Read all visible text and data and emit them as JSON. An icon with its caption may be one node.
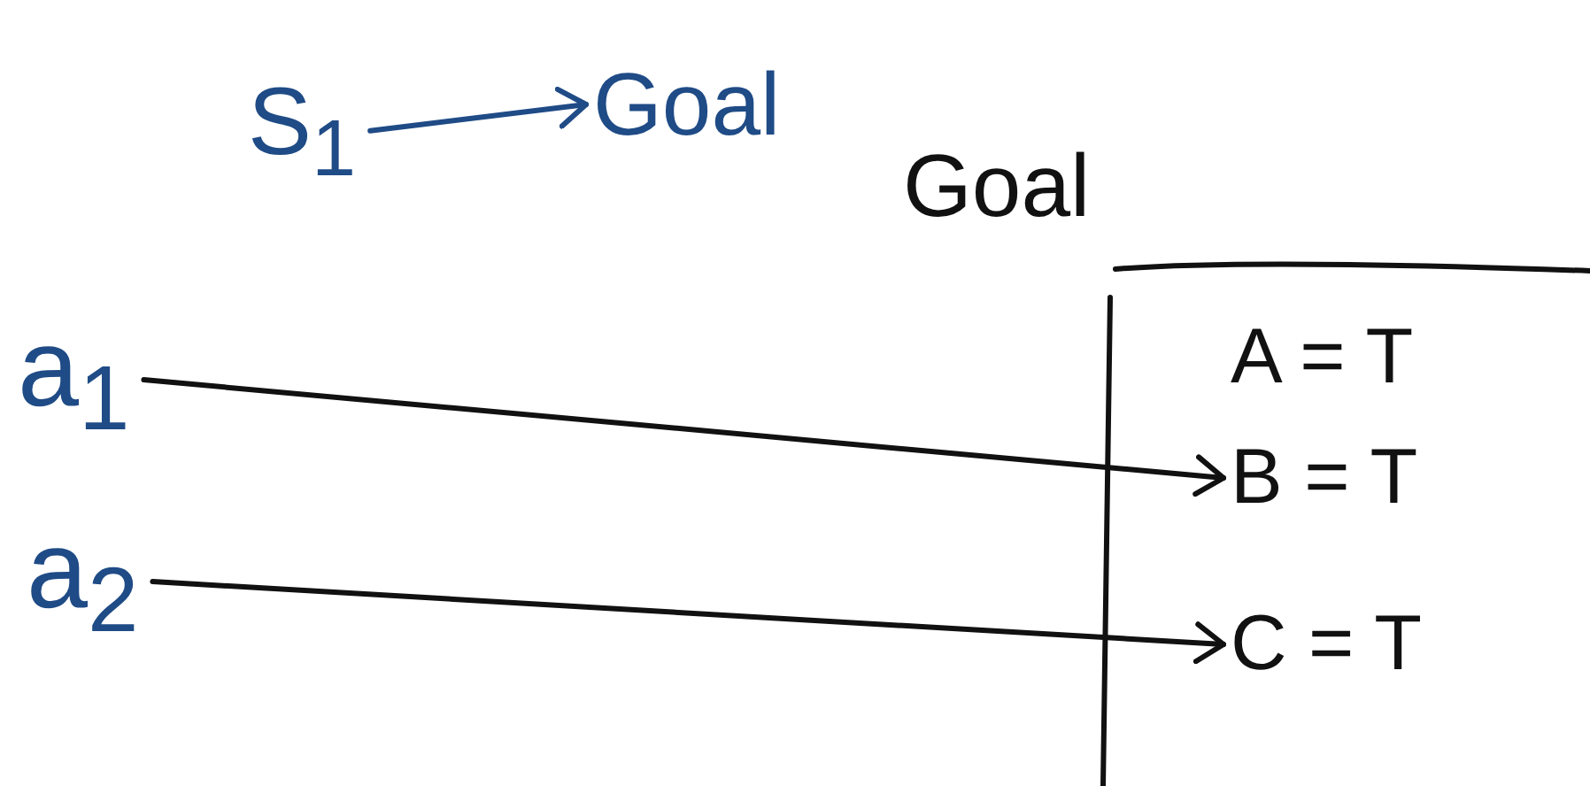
{
  "diagram": {
    "nodes": [
      {
        "text": [
          "S$_{1}$"
        ]
      },
      {
        "text": [
          "Goal"
        ]
      },
      {
        "text": [
          "Goal"
        ]
      },
      {
        "text": [
          "A = T"
        ],
        "in": 2
      },
      {
        "text": [
          "B = T"
        ],
        "in": 2
      },
      {
        "text": [
          "C = T"
        ],
        "in": 2
      },
      {
        "text": [
          "a$_{1}$"
        ]
      },
      {
        "text": [
          "a$_{2}$"
        ]
      }
    ],
    "edges": [
      {
        "from": 0,
        "to": 1,
        "arrow": "to",
        "color": "#1f4b86"
      },
      {
        "from": 6,
        "to": 4,
        "arrow": "to"
      },
      {
        "from": 7,
        "to": 5,
        "arrow": "to"
      }
    ]
  }
}
